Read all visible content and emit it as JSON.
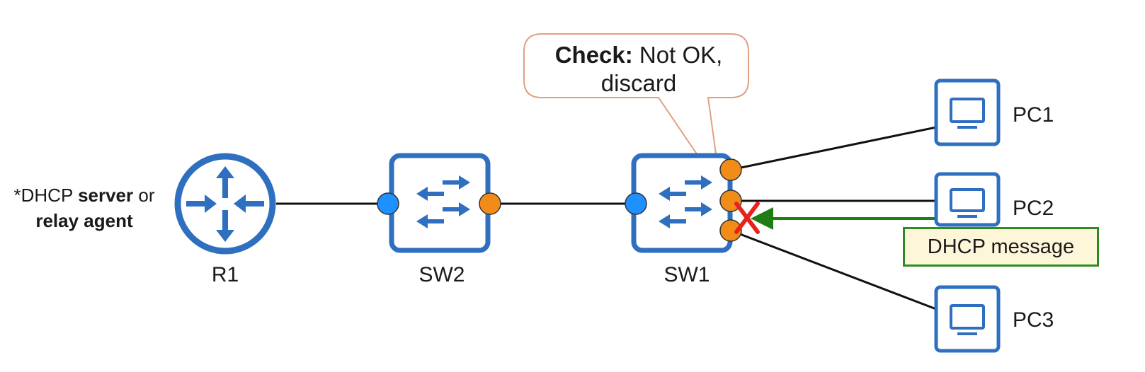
{
  "nodes": {
    "r1": "R1",
    "sw2": "SW2",
    "sw1": "SW1",
    "pc1": "PC1",
    "pc2": "PC2",
    "pc3": "PC3"
  },
  "server_note": {
    "prefix": "*DHCP ",
    "bold1": "server",
    "mid": " or",
    "bold2": "relay agent"
  },
  "callout": {
    "bold": "Check:",
    "text": " Not OK,",
    "line2": "discard"
  },
  "message_label": "DHCP message",
  "colors": {
    "device_blue": "#2f6fc0",
    "trusted_port": "#1e90ff",
    "untrusted_port": "#f28c18",
    "message_arrow": "#1e7d13",
    "discard_x": "#e8221a",
    "callout_border": "#e0a080"
  }
}
